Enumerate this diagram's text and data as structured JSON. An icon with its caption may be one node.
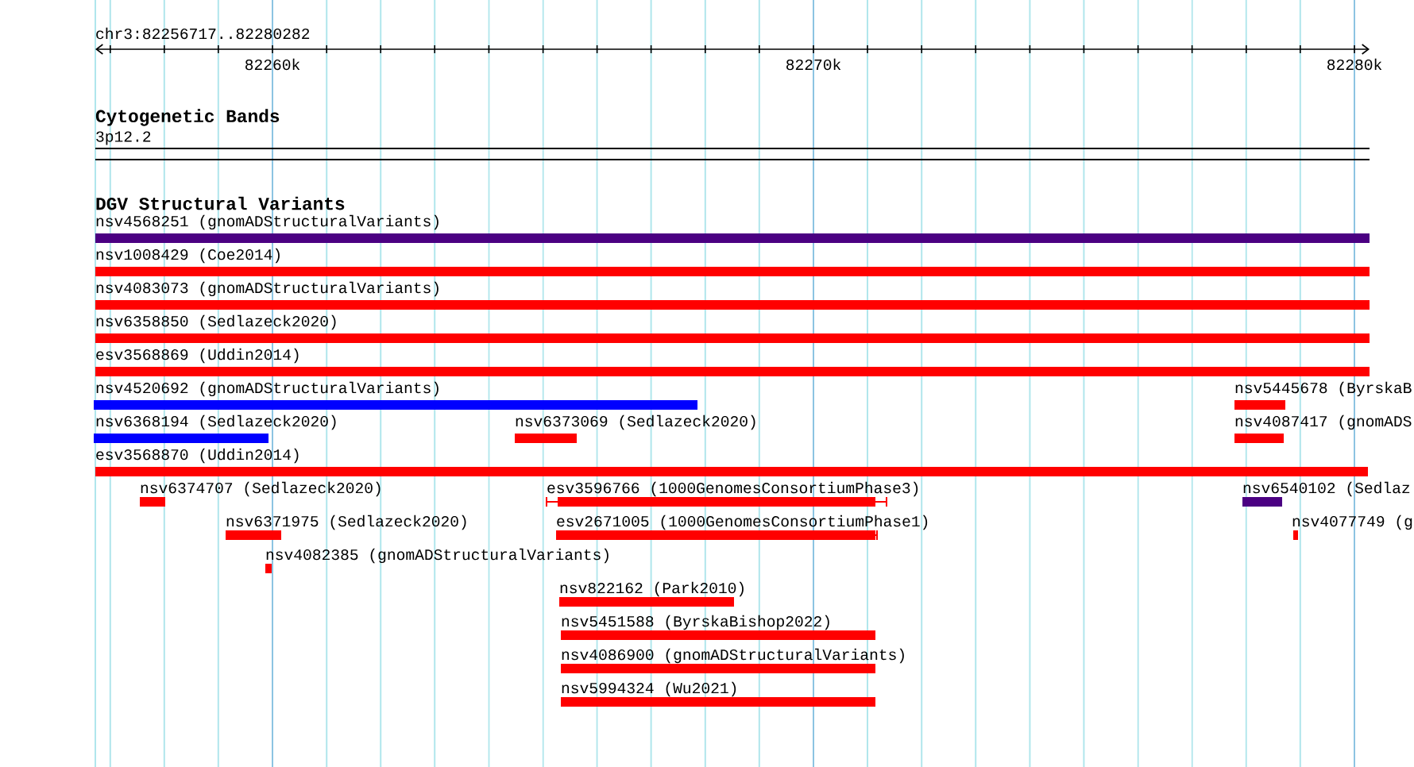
{
  "diagram": {
    "nodes": [
      {
        "text": [
          "nsv4568251 (gnomADStructuralVariants)"
        ]
      },
      {
        "text": [
          "nsv1008429 (Coe2014)"
        ]
      },
      {
        "text": [
          "nsv4083073 (gnomADStructuralVariants)"
        ]
      },
      {
        "text": [
          "nsv6358850 (Sedlazeck2020)"
        ]
      },
      {
        "text": [
          "esv3568869 (Uddin2014)"
        ]
      },
      {
        "text": [
          "nsv4520692 (gnomADStructuralVariants)"
        ]
      },
      {
        "text": [
          "nsv5445678 (ByrskaB"
        ]
      },
      {
        "text": [
          "nsv6368194 (Sedlazeck2020)"
        ]
      },
      {
        "text": [
          "nsv6373069 (Sedlazeck2020)"
        ]
      },
      {
        "text": [
          "nsv4087417 (gnomADS"
        ]
      },
      {
        "text": [
          "esv3568870 (Uddin2014)"
        ]
      },
      {
        "text": [
          "nsv6374707 (Sedlazeck2020)"
        ]
      },
      {
        "text": [
          "esv3596766 (1000GenomesConsortiumPhase3)"
        ]
      },
      {
        "text": [
          "nsv6540102 (Sedlaz"
        ]
      },
      {
        "text": [
          "nsv6371975 (Sedlazeck2020)"
        ]
      },
      {
        "text": [
          "esv2671005 (1000GenomesConsortiumPhase1)"
        ]
      },
      {
        "text": [
          "nsv4077749 (g"
        ]
      },
      {
        "text": [
          "nsv4082385 (gnomADStructuralVariants)"
        ]
      },
      {
        "text": [
          "nsv822162 (Park2010)"
        ]
      },
      {
        "text": [
          "nsv5451588 (ByrskaBishop2022)"
        ]
      },
      {
        "text": [
          "nsv4086900 (gnomADStructuralVariants)"
        ]
      },
      {
        "text": [
          "nsv5994324 (Wu2021)"
        ]
      }
    ],
    "labels": [
      "chr3:82256717..82280282",
      "82260k",
      "82270k",
      "82280k",
      "Cytogenetic Bands",
      "3p12.2",
      "DGV Structural Variants"
    ]
  }
}
